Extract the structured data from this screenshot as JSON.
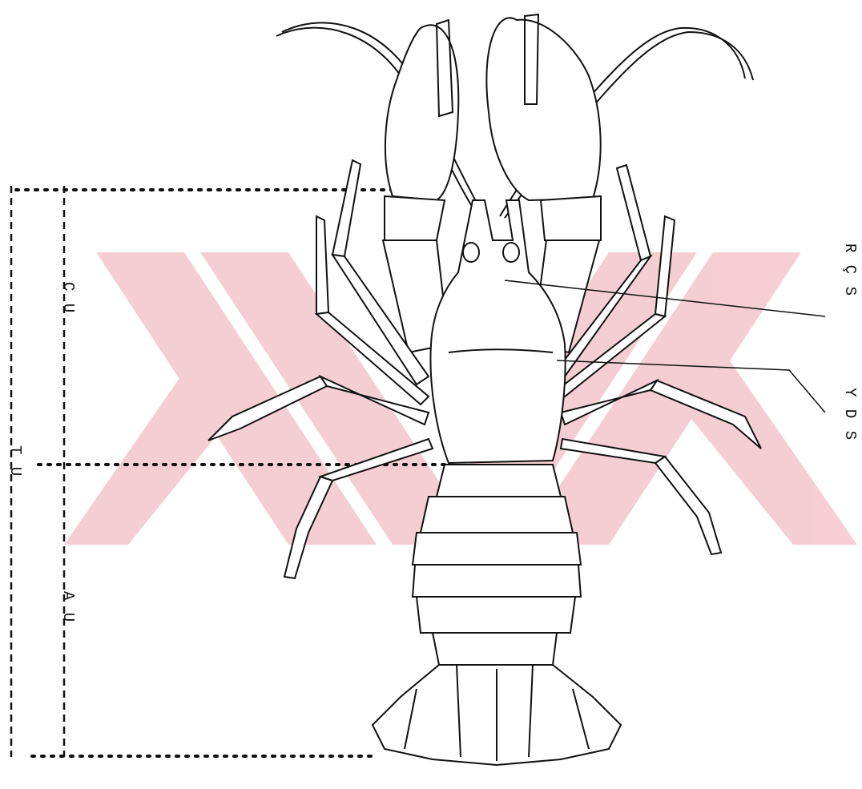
{
  "labels": {
    "carapace_length": "C U",
    "total_length": "T U",
    "abdomen_length": "A U",
    "rostrum_label": "R Ç S",
    "carapace_label": "Y D S"
  },
  "colors": {
    "line": "#111111",
    "watermark": "#f4c6cc"
  },
  "watermark_icon": "crossed-chevrons-logo"
}
